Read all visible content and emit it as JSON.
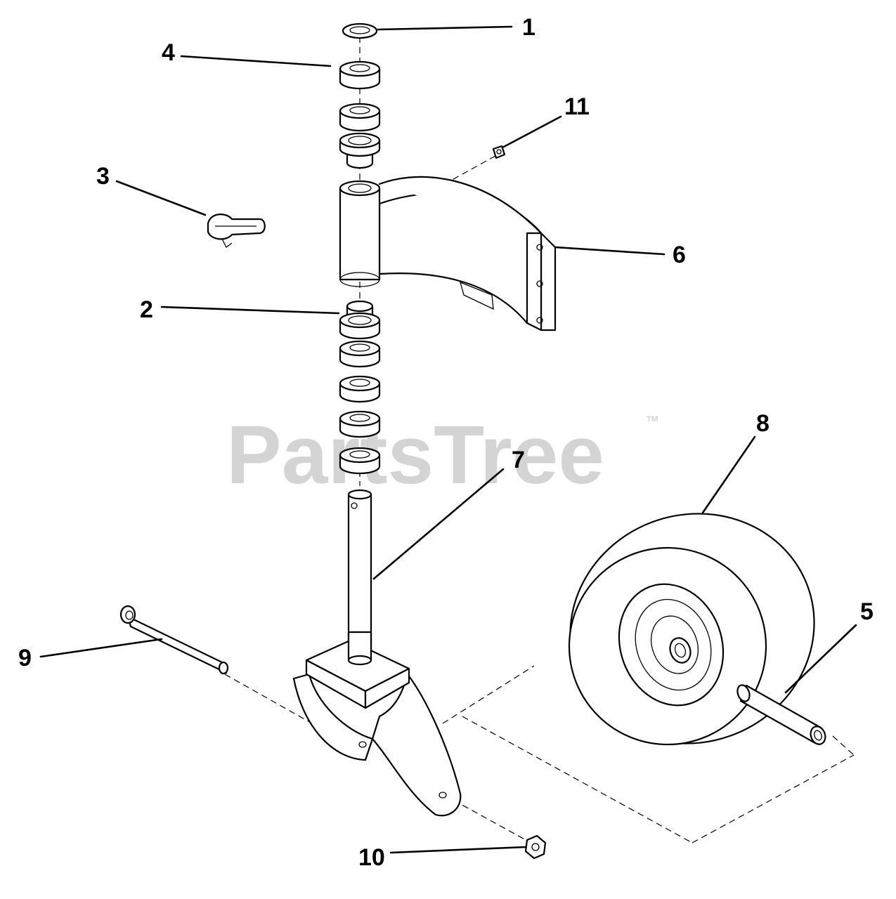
{
  "watermark": {
    "text": "PartsTree",
    "trademark": "™"
  },
  "callouts": [
    {
      "id": "1",
      "label": "1"
    },
    {
      "id": "2",
      "label": "2"
    },
    {
      "id": "3",
      "label": "3"
    },
    {
      "id": "4",
      "label": "4"
    },
    {
      "id": "5",
      "label": "5"
    },
    {
      "id": "6",
      "label": "6"
    },
    {
      "id": "7",
      "label": "7"
    },
    {
      "id": "8",
      "label": "8"
    },
    {
      "id": "9",
      "label": "9"
    },
    {
      "id": "10",
      "label": "10"
    },
    {
      "id": "11",
      "label": "11"
    }
  ],
  "colors": {
    "line": "#000000",
    "watermark": "#d4d4d4",
    "background": "#ffffff"
  }
}
